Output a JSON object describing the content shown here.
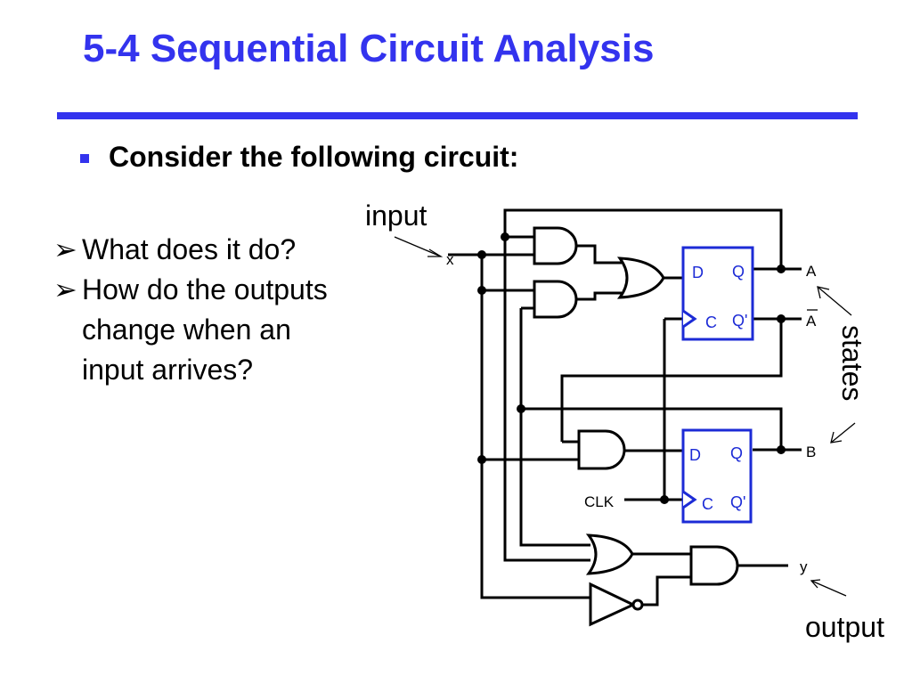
{
  "slide": {
    "title": "5-4 Sequential Circuit Analysis",
    "bullet": "Consider the following circuit:",
    "questions": [
      "What does it do?",
      "How do the outputs",
      "change when an",
      "input arrives?"
    ],
    "arrow_glyph": "➢"
  },
  "diagram": {
    "input_label": "input",
    "states_label": "states",
    "output_label": "output",
    "x_label": "x",
    "a_label": "A",
    "a_bar_label": "A",
    "b_label": "B",
    "y_label": "y",
    "clk_label": "CLK",
    "ff_a": {
      "d": "D",
      "q": "Q",
      "c": "C",
      "qn": "Q'"
    },
    "ff_b": {
      "d": "D",
      "q": "Q",
      "c": "C",
      "qn": "Q'"
    }
  },
  "colors": {
    "title": "#3333ee",
    "flipflop": "#1c2bd6"
  }
}
